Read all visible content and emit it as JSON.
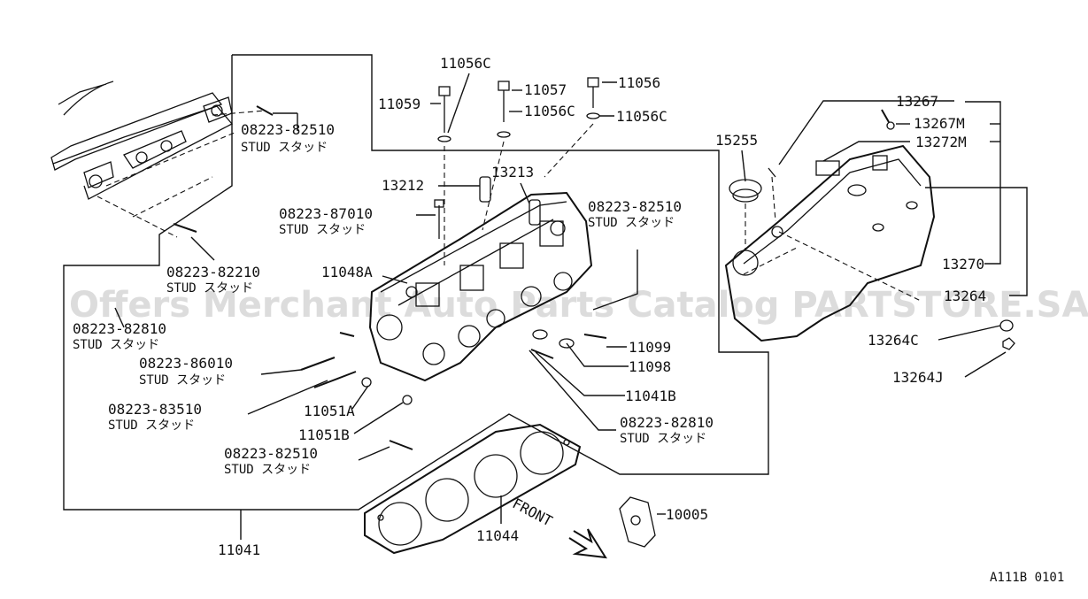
{
  "watermark": "Offers Merchant Auto Parts Catalog PARTSTORE.SA",
  "drawing_code": "A111B 0101",
  "front_label": "FRONT",
  "labels": [
    {
      "id": "p11056c_top",
      "text": "11056C"
    },
    {
      "id": "p11057",
      "text": "11057"
    },
    {
      "id": "p11056",
      "text": "11056"
    },
    {
      "id": "p11059",
      "text": "11059"
    },
    {
      "id": "p11056c_mid",
      "text": "11056C"
    },
    {
      "id": "p11056c_right",
      "text": "11056C"
    },
    {
      "id": "p13267",
      "text": "13267"
    },
    {
      "id": "p13267m",
      "text": "13267M"
    },
    {
      "id": "p13272m",
      "text": "13272M"
    },
    {
      "id": "p15255",
      "text": "15255"
    },
    {
      "id": "p08223_82510_a",
      "text": "08223-82510"
    },
    {
      "id": "p13212",
      "text": "13212"
    },
    {
      "id": "p13213",
      "text": "13213"
    },
    {
      "id": "p08223_87010",
      "text": "08223-87010"
    },
    {
      "id": "p08223_82510_b",
      "text": "08223-82510"
    },
    {
      "id": "p08223_82210",
      "text": "08223-82210"
    },
    {
      "id": "p11048a",
      "text": "11048A"
    },
    {
      "id": "p13270",
      "text": "13270"
    },
    {
      "id": "p13264",
      "text": "13264"
    },
    {
      "id": "p08223_82810_a",
      "text": "08223-82810"
    },
    {
      "id": "p11099",
      "text": "11099"
    },
    {
      "id": "p13264c",
      "text": "13264C"
    },
    {
      "id": "p08223_86010",
      "text": "08223-86010"
    },
    {
      "id": "p11098",
      "text": "11098"
    },
    {
      "id": "p13264j",
      "text": "13264J"
    },
    {
      "id": "p11041b",
      "text": "11041B"
    },
    {
      "id": "p08223_83510",
      "text": "08223-83510"
    },
    {
      "id": "p11051a",
      "text": "11051A"
    },
    {
      "id": "p08223_82810_b",
      "text": "08223-82810"
    },
    {
      "id": "p11051b",
      "text": "11051B"
    },
    {
      "id": "p08223_82510_c",
      "text": "08223-82510"
    },
    {
      "id": "p10005",
      "text": "10005"
    },
    {
      "id": "p11044",
      "text": "11044"
    },
    {
      "id": "p11041",
      "text": "11041"
    }
  ],
  "stud_labels": [
    {
      "id": "s_82510_a",
      "text": "STUD スタッド"
    },
    {
      "id": "s_87010",
      "text": "STUD スタッド"
    },
    {
      "id": "s_82510_b",
      "text": "STUD スタッド"
    },
    {
      "id": "s_82210",
      "text": "STUD スタッド"
    },
    {
      "id": "s_82810_a",
      "text": "STUD スタッド"
    },
    {
      "id": "s_86010",
      "text": "STUD  スタッド"
    },
    {
      "id": "s_83510",
      "text": "STUD スタッド"
    },
    {
      "id": "s_82810_b",
      "text": "STUD スタッド"
    },
    {
      "id": "s_82510_c",
      "text": "STUD スタッド"
    }
  ]
}
